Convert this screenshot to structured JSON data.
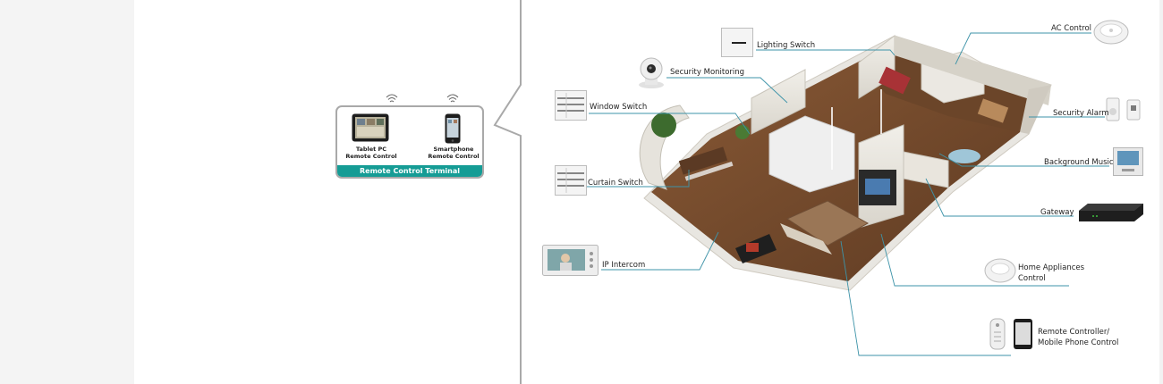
{
  "terminal": {
    "title": "Remote Control Terminal",
    "devices": [
      {
        "line1": "Tablet PC",
        "line2": "Remote Control"
      },
      {
        "line1": "Smartphone",
        "line2": "Remote Control"
      }
    ]
  },
  "labels": {
    "lighting_switch": "Lighting Switch",
    "security_monitoring": "Security Monitoring",
    "window_switch": "Window Switch",
    "curtain_switch": "Curtain Switch",
    "ip_intercom": "IP Intercom",
    "ac_control": "AC Control",
    "security_alarm": "Security Alarm",
    "background_music": "Background Music",
    "gateway": "Gateway",
    "home_appliances_line1": "Home Appliances",
    "home_appliances_line2": "Control",
    "remote_line1": "Remote Controller/",
    "remote_line2": "Mobile Phone Control"
  },
  "colors": {
    "accent": "#159c95",
    "leader_line": "#3d93a8",
    "frame": "#a9a9a9"
  },
  "icons": [
    "wifi-icon",
    "tablet-icon",
    "smartphone-icon",
    "switch-panel-icon",
    "camera-icon",
    "ac-controller-icon",
    "alarm-sensor-icon",
    "music-panel-icon",
    "gateway-icon",
    "intercom-icon",
    "remote-icon",
    "house-floorplan-icon"
  ]
}
